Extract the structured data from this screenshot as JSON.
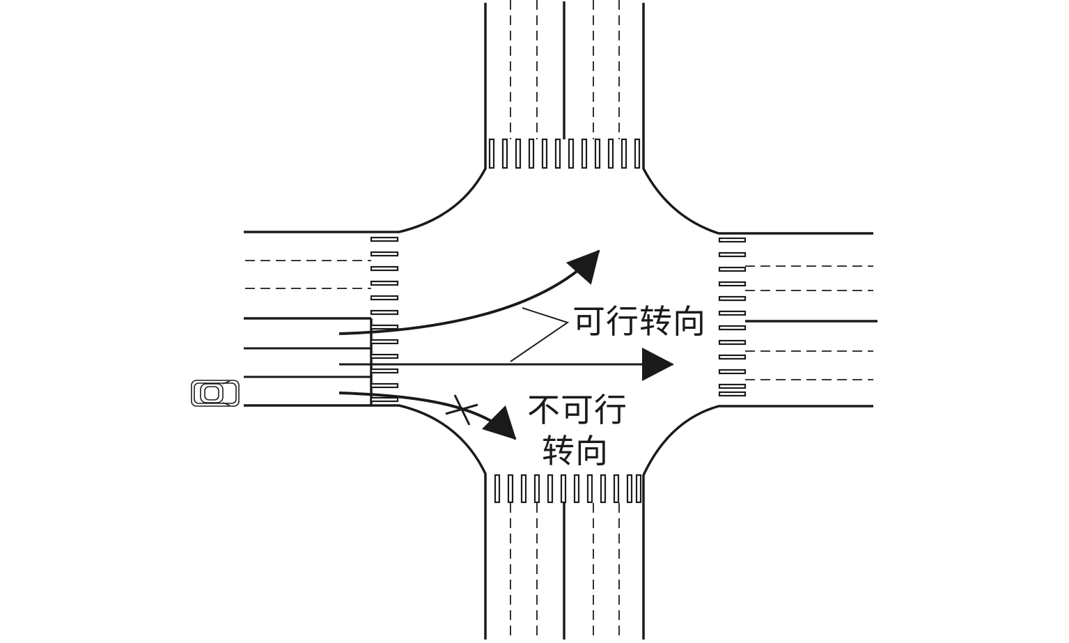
{
  "labels": {
    "allowed_turn": "可行转向",
    "forbidden_turn_line1": "不可行",
    "forbidden_turn_line2": "转向"
  },
  "colors": {
    "ink": "#1a1a1a",
    "background": "#ffffff"
  },
  "icons": {
    "vehicle": "car-top-view-icon",
    "prohibited": "x-mark-icon"
  }
}
